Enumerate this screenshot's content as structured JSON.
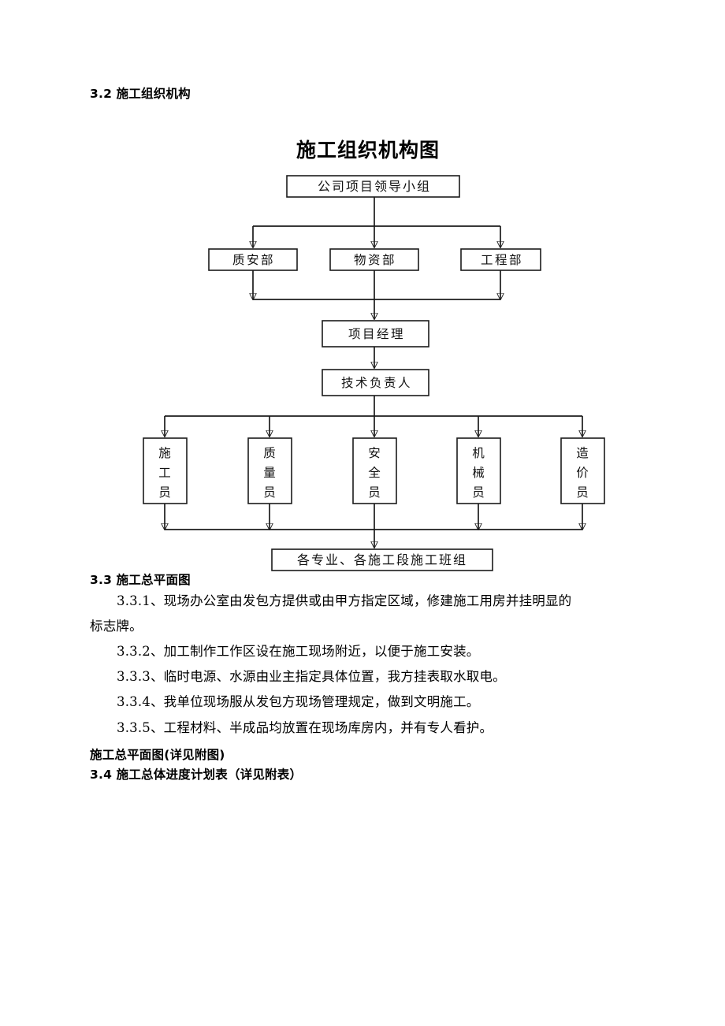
{
  "document": {
    "section_3_2_heading": "3.2 施工组织机构",
    "section_3_3_heading": "3.3 施工总平面图",
    "section_3_4_heading": "3.4 施工总体进度计划表（详见附表）",
    "plan_drawing_note": "施工总平面图(详见附图)",
    "paragraphs": [
      "3.3.1、现场办公室由发包方提供或由甲方指定区域，修建施工用房并挂明显的",
      "标志牌。",
      "3.3.2、加工制作工作区设在施工现场附近，以便于施工安装。",
      "3.3.3、临时电源、水源由业主指定具体位置，我方挂表取水取电。",
      "3.3.4、我单位现场服从发包方现场管理规定，做到文明施工。",
      "3.3.5、工程材料、半成品均放置在现场库房内，并有专人看护。"
    ]
  },
  "chart_data": {
    "type": "diagram",
    "title": "施工组织机构图",
    "orientation": "top-down",
    "levels": [
      {
        "level": 1,
        "nodes": [
          "公司项目领导小组"
        ]
      },
      {
        "level": 2,
        "nodes": [
          "质安部",
          "物资部",
          "工程部"
        ]
      },
      {
        "level": 3,
        "nodes": [
          "项目经理"
        ]
      },
      {
        "level": 4,
        "nodes": [
          "技术负责人"
        ]
      },
      {
        "level": 5,
        "nodes": [
          "施工员",
          "质量员",
          "安全员",
          "机械员",
          "造价员"
        ]
      },
      {
        "level": 6,
        "nodes": [
          "各专业、各施工段施工班组"
        ]
      }
    ],
    "nodes": {
      "n1": "公司项目领导小组",
      "n2a": "质安部",
      "n2b": "物资部",
      "n2c": "工程部",
      "n3": "项目经理",
      "n4": "技术负责人",
      "n5a_c1": "施",
      "n5a_c2": "工",
      "n5a_c3": "员",
      "n5b_c1": "质",
      "n5b_c2": "量",
      "n5b_c3": "员",
      "n5c_c1": "安",
      "n5c_c2": "全",
      "n5c_c3": "员",
      "n5d_c1": "机",
      "n5d_c2": "械",
      "n5d_c3": "员",
      "n5e_c1": "造",
      "n5e_c2": "价",
      "n5e_c3": "员",
      "n6": "各专业、各施工段施工班组"
    },
    "edges": [
      {
        "from": "公司项目领导小组",
        "to": "质安部"
      },
      {
        "from": "公司项目领导小组",
        "to": "物资部"
      },
      {
        "from": "公司项目领导小组",
        "to": "工程部"
      },
      {
        "from": "质安部",
        "to": "项目经理"
      },
      {
        "from": "物资部",
        "to": "项目经理"
      },
      {
        "from": "工程部",
        "to": "项目经理"
      },
      {
        "from": "项目经理",
        "to": "技术负责人"
      },
      {
        "from": "技术负责人",
        "to": "施工员"
      },
      {
        "from": "技术负责人",
        "to": "质量员"
      },
      {
        "from": "技术负责人",
        "to": "安全员"
      },
      {
        "from": "技术负责人",
        "to": "机械员"
      },
      {
        "from": "技术负责人",
        "to": "造价员"
      },
      {
        "from": "施工员",
        "to": "各专业、各施工段施工班组"
      },
      {
        "from": "质量员",
        "to": "各专业、各施工段施工班组"
      },
      {
        "from": "安全员",
        "to": "各专业、各施工段施工班组"
      },
      {
        "from": "机械员",
        "to": "各专业、各施工段施工班组"
      },
      {
        "from": "造价员",
        "to": "各专业、各施工段施工班组"
      }
    ],
    "stroke_color": "#1b1b1b",
    "node_fill": "#ffffff"
  }
}
